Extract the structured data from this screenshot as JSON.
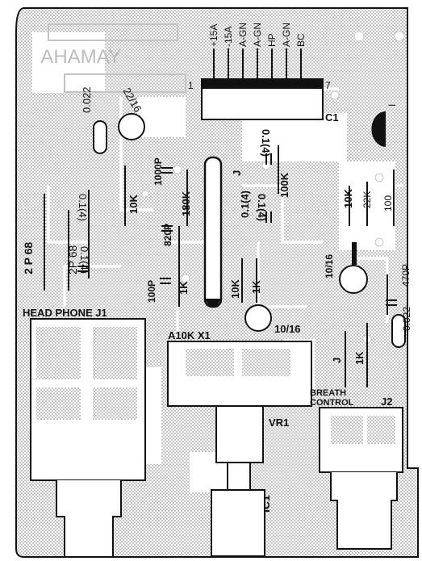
{
  "board": {
    "mirrored_text": "YAMAHA",
    "connector_pins": [
      "+15A",
      "-15A",
      "A-GN",
      "A-GN",
      "HP",
      "A-GN",
      "BC"
    ],
    "connector_pin_first": "1",
    "connector_pin_last": "7",
    "connector_ref": "C1",
    "ic": "IC1",
    "headphone": "HEAD PHONE J1",
    "vr_value": "A10K X1",
    "vr_ref": "VR1",
    "breath_line1": "BREATH",
    "breath_line2": "CONTROL",
    "j2": "J2",
    "transistor_mark": "I"
  },
  "components": {
    "c_0022_top": "0.022",
    "c_22_16": "22/16",
    "c_1000p": "1000P",
    "c_01_a": "0.1(4)",
    "r_10k_a": "10K",
    "r_180k": "180K",
    "c_820p": "820P",
    "jumper_a": "J",
    "r_100k": "100K",
    "c_01_b": "0.1(4)",
    "c_01_c": "0.1(4)",
    "r_2p68_a": "2 P 68",
    "r_2p68_b": "2P 68",
    "c_01_d": "0.1(4)",
    "c_01_e": "0.1(4)",
    "c_100p": "100P",
    "r_1k_a": "1K",
    "r_10k_b": "10K",
    "r_1k_b": "1K",
    "c_10_16_a": "10/16",
    "r_10k_c": "10K",
    "r_22k": "22K",
    "r_100": "100",
    "c_10_16_b": "10/16",
    "c_470p": "470P",
    "c_0022_b": "0.022",
    "jumper_b": "J",
    "r_1k_c": "1K"
  }
}
